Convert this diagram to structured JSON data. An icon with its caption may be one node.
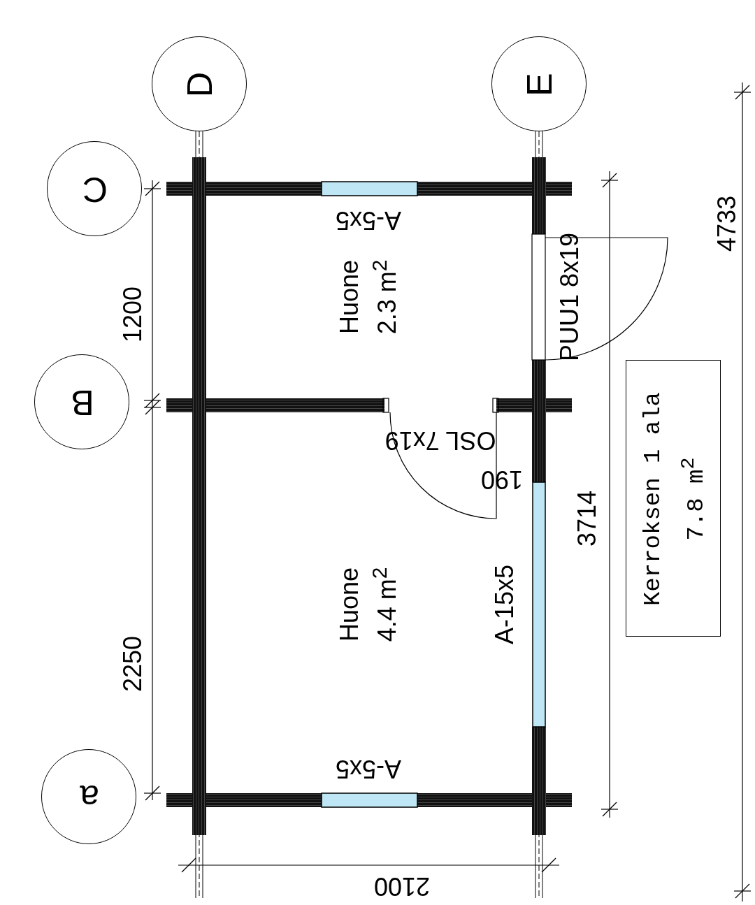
{
  "diagram": {
    "nodes": [
      {
        "text": [
          "D"
        ]
      },
      {
        "text": [
          "E"
        ]
      },
      {
        "text": [
          "C"
        ]
      },
      {
        "text": [
          "B"
        ]
      },
      {
        "text": [
          "a"
        ]
      },
      {
        "text": [
          "Kerroksen 1 ala",
          "7.8 m$^{2}$"
        ]
      }
    ],
    "labels": [
      "1200",
      "A-5x5",
      "Huone",
      "2.3 m$^{2}$",
      "PUU1 8x19",
      "OSL 7x19",
      "190",
      "3714",
      "4733",
      "Huone",
      "4.4 m$^{2}$",
      "A-15x5",
      "2250",
      "A-5x5",
      "2100"
    ]
  }
}
